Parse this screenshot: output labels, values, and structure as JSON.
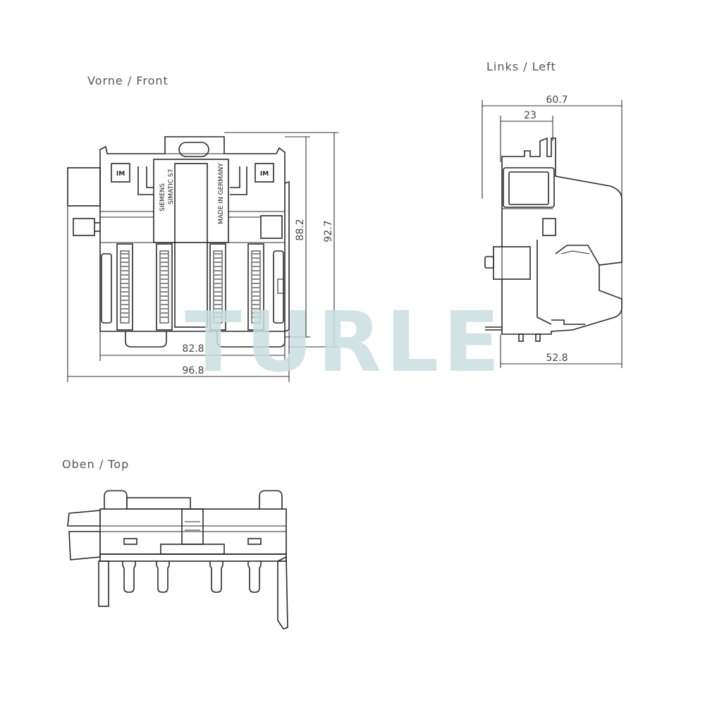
{
  "views": {
    "front": {
      "title": "Vorne  /  Front"
    },
    "left": {
      "title": "Links  /  Left"
    },
    "top": {
      "title": "Oben  /  Top"
    }
  },
  "dimensions": {
    "front_inner_width": "82.8",
    "front_outer_width": "96.8",
    "front_inner_height": "88.2",
    "front_outer_height": "92.7",
    "left_total_depth": "60.7",
    "left_partial_depth": "23",
    "left_body_depth": "52.8"
  },
  "markings": {
    "module_badge_left": "IM",
    "module_badge_right": "IM",
    "brand": "SIEMENS",
    "product": "SIMATIC S7",
    "origin": "MADE IN GERMANY"
  },
  "watermark": {
    "text": "TURLE"
  },
  "colors": {
    "line": "#2a2a2a",
    "watermark": "#c9dfe0",
    "label": "#555555"
  }
}
